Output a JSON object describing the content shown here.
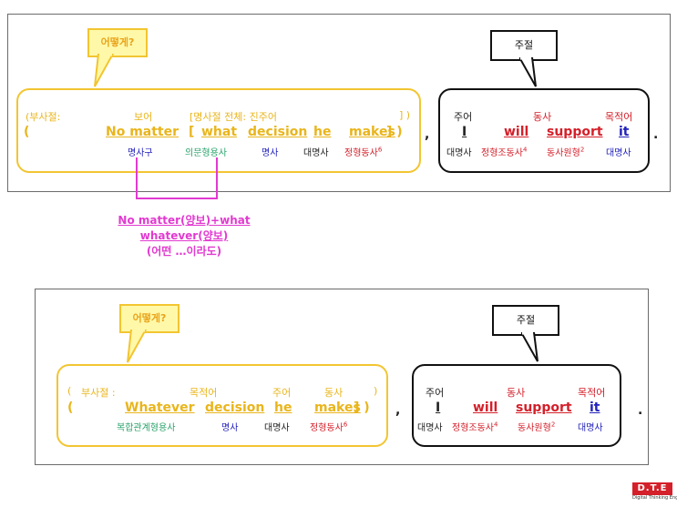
{
  "colors": {
    "yellow": "#f2c531",
    "red": "#d4202a",
    "blue": "#2222bb",
    "green": "#2aa36b",
    "magenta": "#e23ad0"
  },
  "top": {
    "callout_left": "어떻게?",
    "callout_right": "주절",
    "labels_row": {
      "adv_clause": "(부사절:",
      "complement": "보어",
      "noun_clause": "[명사절 전체: 진주어",
      "close": "] )"
    },
    "words": {
      "open": "(",
      "no_matter": "No matter",
      "bracket_open": "[",
      "what": "what",
      "decision": "decision",
      "he": "he",
      "makes": "makes",
      "close": "] )"
    },
    "tags": {
      "noun_phrase": "명사구",
      "interrog_adj": "의문형용사",
      "noun": "명사",
      "pronoun": "대명사",
      "finite_verb": "정형동사",
      "finite_sup": "6"
    },
    "main_labels": {
      "subject": "주어",
      "verb": "동사",
      "object": "목적어"
    },
    "main_words": {
      "I": "I",
      "will": "will",
      "support": "support",
      "it": "it"
    },
    "main_tags": {
      "pronoun": "대명사",
      "finite_aux": "정형조동사",
      "finite_sup": "4",
      "base_verb": "동사원형",
      "base_sup": "2",
      "pronoun2": "대명사"
    },
    "comma": ",",
    "period": "."
  },
  "middle_note": {
    "line1": "No matter(양보)+what",
    "line2": "whatever(양보)",
    "line3": "(어떤 …이라도)"
  },
  "bottom": {
    "callout_left": "어떻게?",
    "callout_right": "주절",
    "labels_row": {
      "open": "(",
      "adv_clause": "부사절 :",
      "object": "목적어",
      "subject": "주어",
      "verb": "동사",
      "close": ")"
    },
    "words": {
      "open": "(",
      "whatever": "Whatever",
      "decision": "decision",
      "he": "he",
      "makes": "makes",
      "close": "] )"
    },
    "tags": {
      "compound_rel_adj": "복합관계형용사",
      "noun": "명사",
      "pronoun": "대명사",
      "finite_verb": "정형동사",
      "finite_sup": "6"
    },
    "main_labels": {
      "subject": "주어",
      "verb": "동사",
      "object": "목적어"
    },
    "main_words": {
      "I": "I",
      "will": "will",
      "support": "support",
      "it": "it"
    },
    "main_tags": {
      "pronoun": "대명사",
      "finite_aux": "정형조동사",
      "finite_sup": "4",
      "base_verb": "동사원형",
      "base_sup": "2",
      "pronoun2": "대명사"
    },
    "comma": ",",
    "period": "."
  },
  "logo": {
    "text": "D.T.E",
    "sub": "Digital Thinking English"
  }
}
